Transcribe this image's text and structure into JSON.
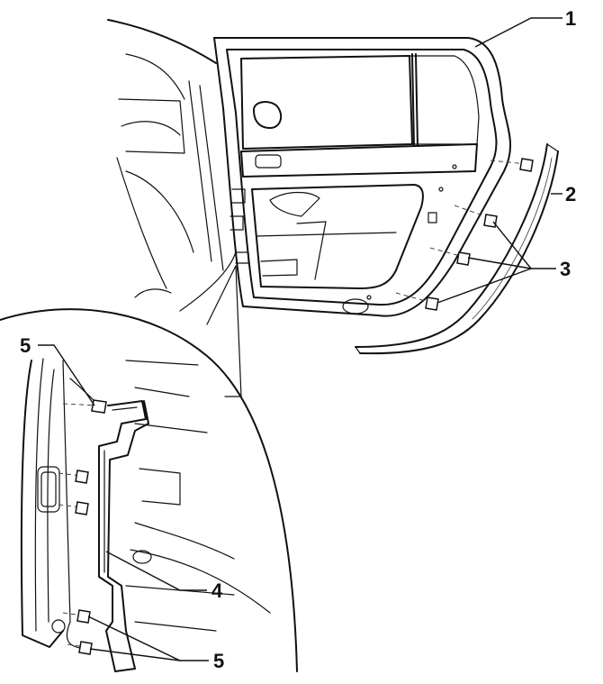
{
  "figure": {
    "callouts": {
      "door_seal": "1",
      "door_trim_strip": "2",
      "trim_strip_clips": "3",
      "pillar_trim": "4",
      "pillar_trim_clips_top": "5",
      "pillar_trim_clips_bottom": "5"
    }
  }
}
